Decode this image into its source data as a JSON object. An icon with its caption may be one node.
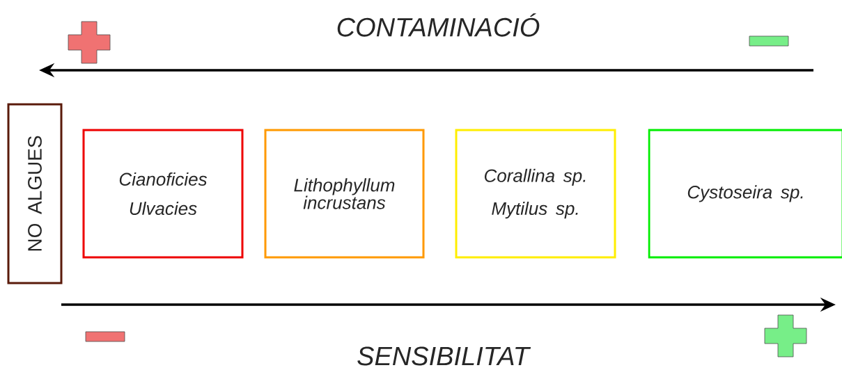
{
  "diagram": {
    "nodes": [
      {
        "text": [
          "NO ALGUES"
        ]
      },
      {
        "text": [
          "Cianoficies",
          "Ulvacies"
        ]
      },
      {
        "text": [
          "Lithophyllum incrustans"
        ]
      },
      {
        "text": [
          "Corallina sp.",
          "Mytilus sp."
        ]
      },
      {
        "text": [
          "Cystoseira sp."
        ]
      }
    ],
    "labels": [
      "CONTAMINACIÓ",
      "SENSIBILITAT"
    ]
  }
}
